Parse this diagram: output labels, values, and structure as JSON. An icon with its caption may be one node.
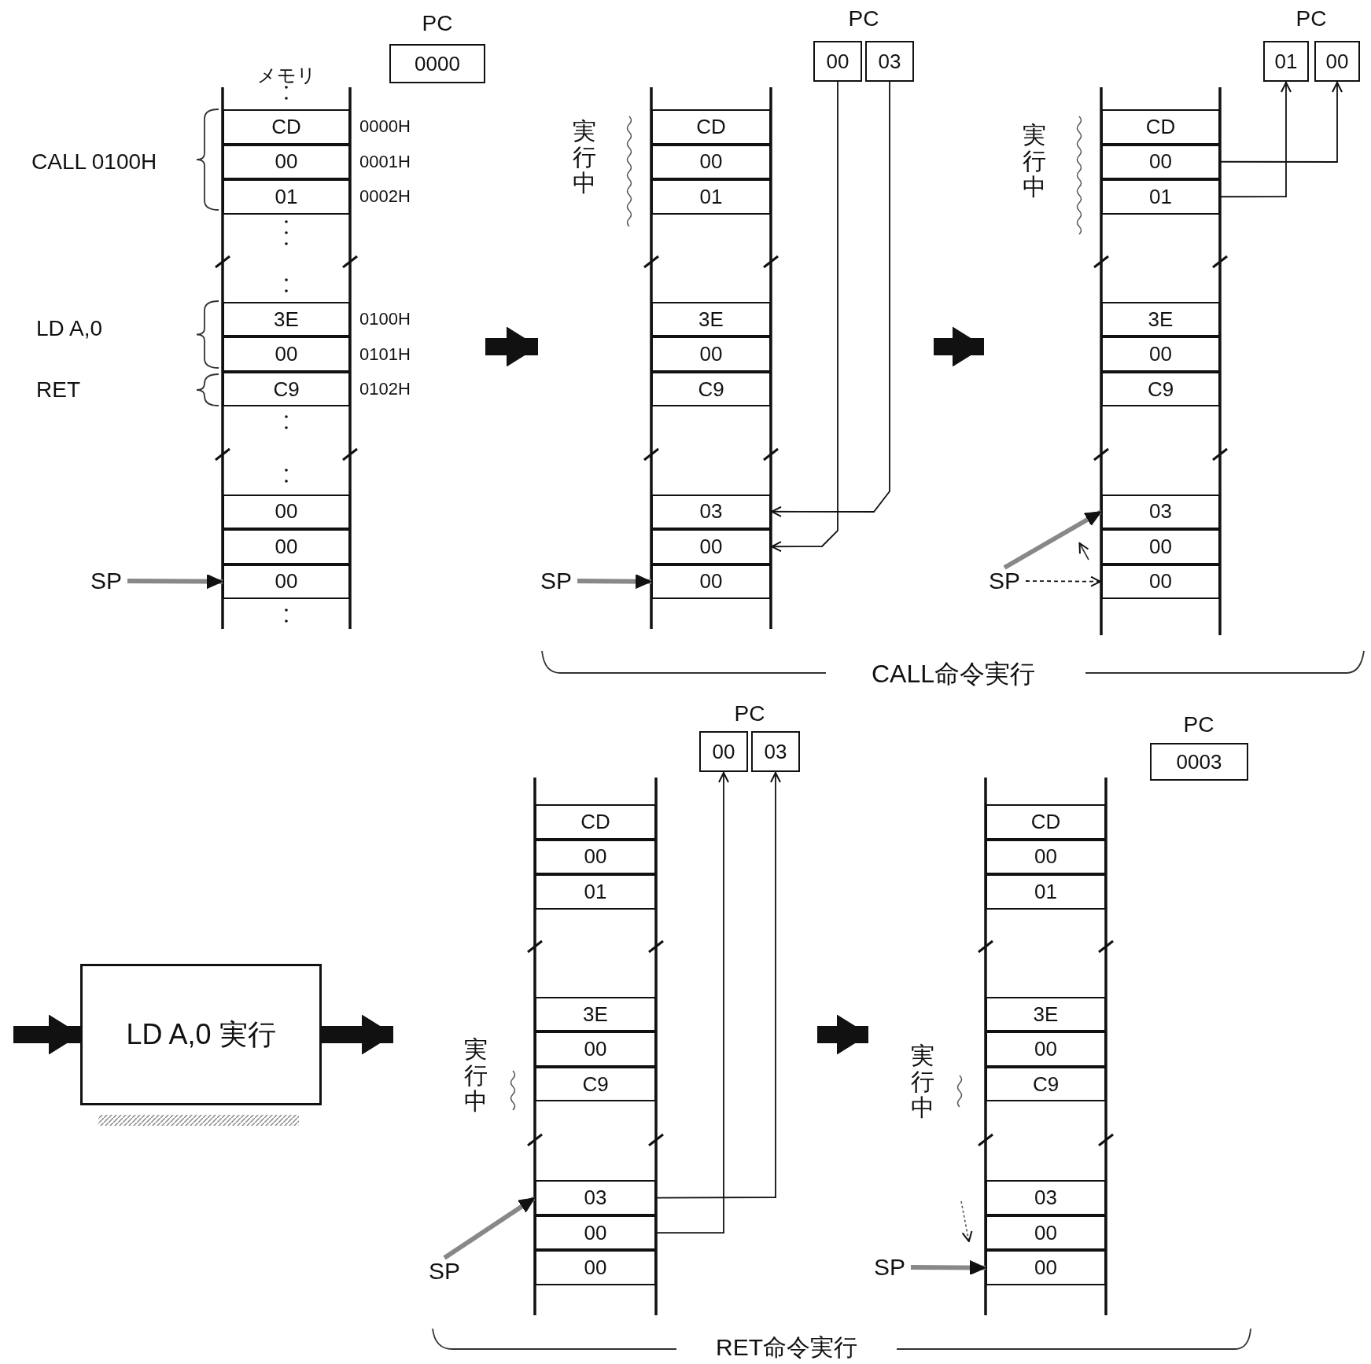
{
  "diagram": {
    "nodes": [
      {
        "text": [
          "CD"
        ],
        "beside": [
          "0000H"
        ]
      },
      {
        "text": [
          "00"
        ],
        "beside": [
          "0001H"
        ]
      },
      {
        "text": [
          "01"
        ],
        "beside": [
          "0002H"
        ]
      },
      {
        "text": [
          "3E"
        ],
        "beside": [
          "0100H"
        ]
      },
      {
        "text": [
          "00"
        ],
        "beside": [
          "0101H"
        ]
      },
      {
        "text": [
          "C9"
        ],
        "beside": [
          "0102H"
        ]
      },
      {
        "text": [
          "00"
        ]
      },
      {
        "text": [
          "00"
        ]
      },
      {
        "text": [
          "00"
        ]
      },
      {
        "text": [
          "0000"
        ]
      },
      {
        "text": [
          "SP"
        ]
      },
      {
        "text": [
          "CD"
        ]
      },
      {
        "text": [
          "00"
        ]
      },
      {
        "text": [
          "01"
        ]
      },
      {
        "text": [
          "3E"
        ]
      },
      {
        "text": [
          "00"
        ]
      },
      {
        "text": [
          "C9"
        ]
      },
      {
        "text": [
          "03"
        ]
      },
      {
        "text": [
          "00"
        ]
      },
      {
        "text": [
          "00"
        ]
      },
      {
        "text": [
          "00"
        ]
      },
      {
        "text": [
          "03"
        ]
      },
      {
        "text": [
          "SP"
        ]
      },
      {
        "text": [
          "CD"
        ]
      },
      {
        "text": [
          "00"
        ]
      },
      {
        "text": [
          "01"
        ]
      },
      {
        "text": [
          "3E"
        ]
      },
      {
        "text": [
          "00"
        ]
      },
      {
        "text": [
          "C9"
        ]
      },
      {
        "text": [
          "03"
        ]
      },
      {
        "text": [
          "00"
        ]
      },
      {
        "text": [
          "00"
        ]
      },
      {
        "text": [
          "01"
        ]
      },
      {
        "text": [
          "00"
        ]
      },
      {
        "text": [
          "SP"
        ]
      },
      {
        "text": [
          "LD A,0 実行"
        ]
      },
      {
        "text": [
          "CD"
        ]
      },
      {
        "text": [
          "00"
        ]
      },
      {
        "text": [
          "01"
        ]
      },
      {
        "text": [
          "3E"
        ]
      },
      {
        "text": [
          "00"
        ]
      },
      {
        "text": [
          "C9"
        ]
      },
      {
        "text": [
          "03"
        ]
      },
      {
        "text": [
          "00"
        ]
      },
      {
        "text": [
          "00"
        ]
      },
      {
        "text": [
          "00"
        ]
      },
      {
        "text": [
          "03"
        ]
      },
      {
        "text": [
          "SP"
        ]
      },
      {
        "text": [
          "CD"
        ]
      },
      {
        "text": [
          "00"
        ]
      },
      {
        "text": [
          "01"
        ]
      },
      {
        "text": [
          "3E"
        ]
      },
      {
        "text": [
          "00"
        ]
      },
      {
        "text": [
          "C9"
        ]
      },
      {
        "text": [
          "03"
        ]
      },
      {
        "text": [
          "00"
        ]
      },
      {
        "text": [
          "00"
        ]
      },
      {
        "text": [
          "0003"
        ]
      },
      {
        "text": [
          "SP"
        ]
      }
    ],
    "edges": [
      {
        "from": 10,
        "to": 8,
        "arrow": "to",
        "style": "thick",
        "color": "#888888"
      },
      {
        "from": 21,
        "to": 17,
        "arrow": "to"
      },
      {
        "from": 20,
        "to": 18,
        "arrow": "to"
      },
      {
        "from": 22,
        "to": 19,
        "arrow": "to",
        "style": "thick",
        "color": "#888888"
      },
      {
        "from": 24,
        "to": 33,
        "arrow": "to"
      },
      {
        "from": 25,
        "to": 32,
        "arrow": "to"
      },
      {
        "from": 34,
        "to": 29,
        "arrow": "to",
        "style": "thick",
        "color": "#888888"
      },
      {
        "from": 34,
        "to": 31,
        "arrow": "to",
        "style": "dashed"
      },
      {
        "from": 42,
        "to": 46,
        "arrow": "to"
      },
      {
        "from": 43,
        "to": 45,
        "arrow": "to"
      },
      {
        "from": 47,
        "to": 42,
        "arrow": "to",
        "style": "thick",
        "color": "#888888"
      },
      {
        "from": 58,
        "to": 56,
        "arrow": "to",
        "style": "thick",
        "color": "#888888"
      },
      {
        "from": null,
        "to": 35,
        "arrow": "to",
        "style": "thick"
      },
      {
        "from": 35,
        "to": null,
        "arrow": "to",
        "style": "thick"
      }
    ],
    "labels": [
      "PC",
      "PC",
      "PC",
      "メモリ",
      "実行中",
      "実行中",
      "CALL 0100H",
      "LD A,0",
      "RET",
      "CALL命令実行",
      "PC",
      "PC",
      "実行中",
      "実行中",
      "RET命令実行"
    ]
  }
}
